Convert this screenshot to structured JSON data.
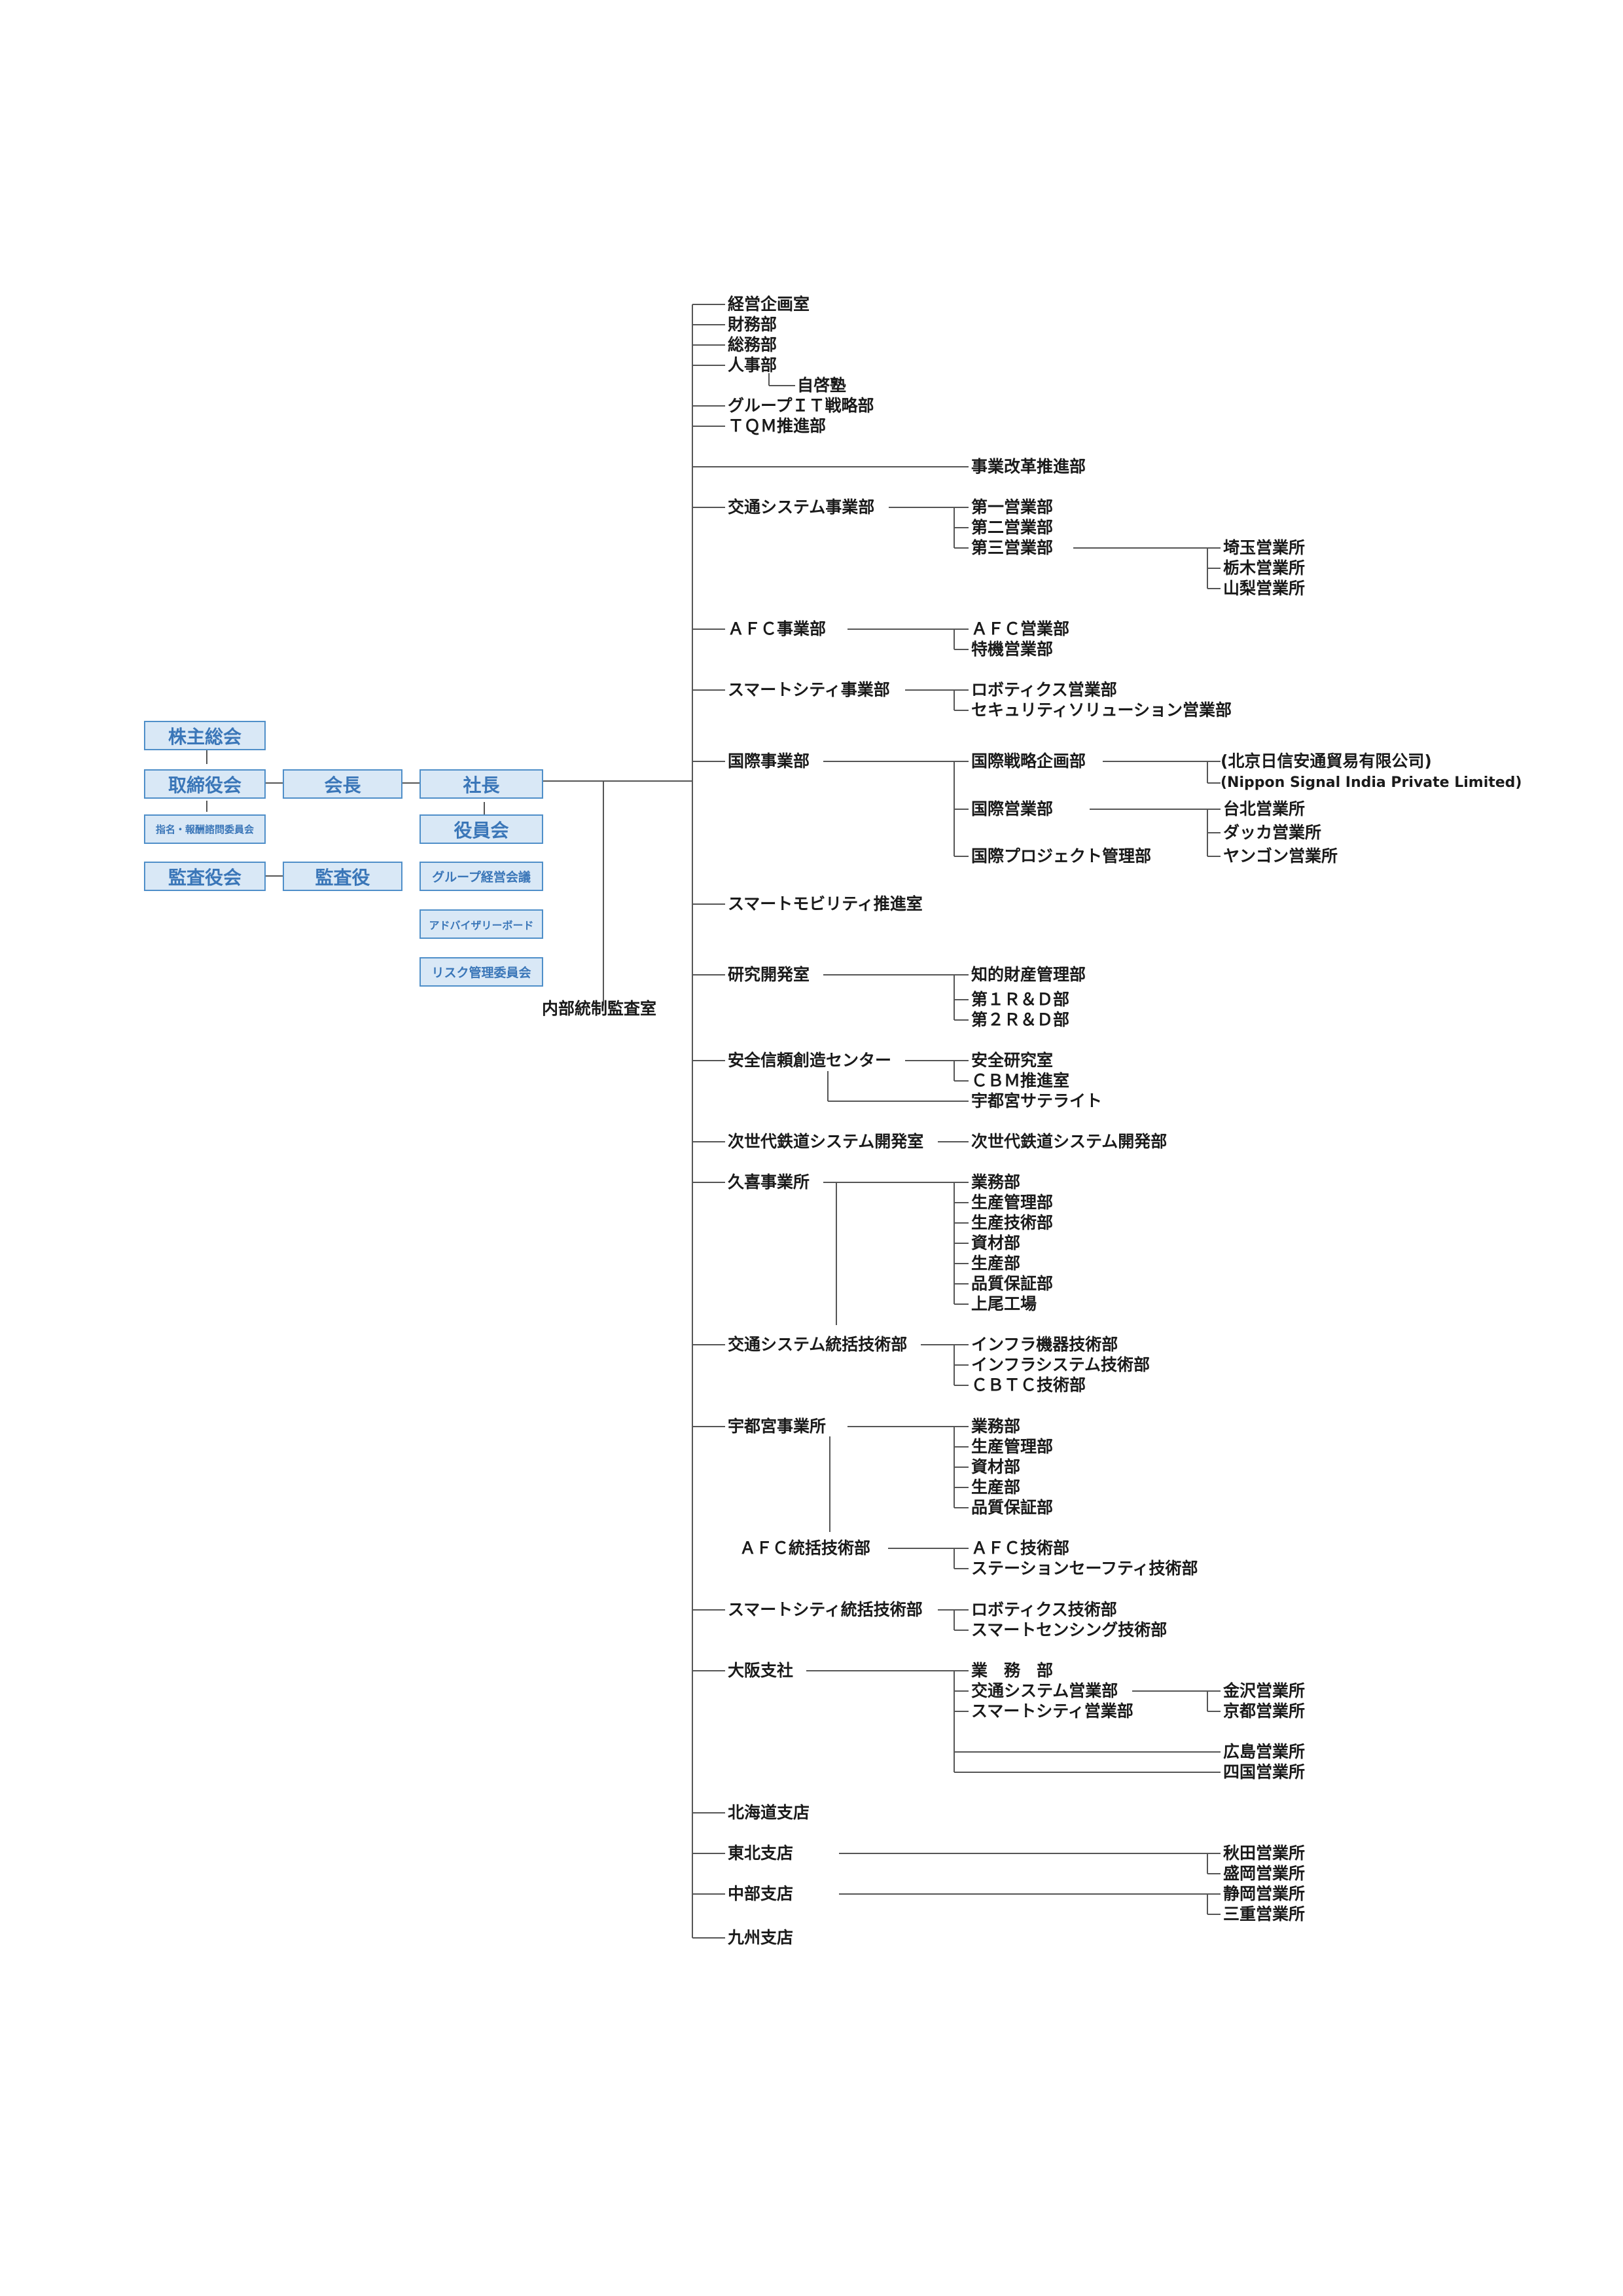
{
  "governance": {
    "shareholders": "株主総会",
    "board": "取締役会",
    "chairman": "会長",
    "president": "社長",
    "nomination_committee": "指名・報酬諮問委員会",
    "officers": "役員会",
    "audit_board": "監査役会",
    "auditor": "監査役",
    "group_meeting": "グループ経営会議",
    "advisory_board": "アドバイザリーボード",
    "risk_committee": "リスク管理委員会",
    "internal_audit": "内部統制監査室"
  },
  "staff": {
    "planning": "経営企画室",
    "finance": "財務部",
    "general_affairs": "総務部",
    "hr": "人事部",
    "jikeijuku": "自啓塾",
    "group_it": "グループＩＴ戦略部",
    "tqm": "ＴＱＭ推進部",
    "reform": "事業改革推進部"
  },
  "transport": {
    "name": "交通システム事業部",
    "sales1": "第一営業部",
    "sales2": "第二営業部",
    "sales3": "第三営業部",
    "saitama": "埼玉営業所",
    "tochigi": "栃木営業所",
    "yamanashi": "山梨営業所"
  },
  "afc": {
    "name": "ＡＦＣ事業部",
    "sales": "ＡＦＣ営業部",
    "special": "特機営業部"
  },
  "smartcity": {
    "name": "スマートシティ事業部",
    "robotics": "ロボティクス営業部",
    "security": "セキュリティソリューション営業部"
  },
  "international": {
    "name": "国際事業部",
    "strategy": "国際戦略企画部",
    "beijing": "(北京日信安通貿易有限公司)",
    "india": "(Nippon Signal India Private Limited)",
    "sales": "国際営業部",
    "taipei": "台北営業所",
    "dhaka": "ダッカ営業所",
    "yangon": "ヤンゴン営業所",
    "project": "国際プロジェクト管理部"
  },
  "smart_mobility": "スマートモビリティ推進室",
  "rnd": {
    "name": "研究開発室",
    "ip": "知的財産管理部",
    "rd1": "第１Ｒ＆Ｄ部",
    "rd2": "第２Ｒ＆Ｄ部"
  },
  "safety": {
    "name": "安全信頼創造センター",
    "lab": "安全研究室",
    "cbm": "ＣＢＭ推進室",
    "utsunomiya_sat": "宇都宮サテライト"
  },
  "next_gen": {
    "name": "次世代鉄道システム開発室",
    "dept": "次世代鉄道システム開発部"
  },
  "kuki": {
    "name": "久喜事業所",
    "depts": [
      "業務部",
      "生産管理部",
      "生産技術部",
      "資材部",
      "生産部",
      "品質保証部",
      "上尾工場"
    ]
  },
  "transport_eng": {
    "name": "交通システム統括技術部",
    "infra_equip": "インフラ機器技術部",
    "infra_sys": "インフラシステム技術部",
    "cbtc": "ＣＢＴＣ技術部"
  },
  "utsunomiya": {
    "name": "宇都宮事業所",
    "depts": [
      "業務部",
      "生産管理部",
      "資材部",
      "生産部",
      "品質保証部"
    ]
  },
  "afc_eng": {
    "name": "ＡＦＣ統括技術部",
    "tech": "ＡＦＣ技術部",
    "station_safety": "ステーションセーフティ技術部"
  },
  "smartcity_eng": {
    "name": "スマートシティ統括技術部",
    "robotics": "ロボティクス技術部",
    "sensing": "スマートセンシング技術部"
  },
  "osaka": {
    "name": "大阪支社",
    "business": "業　務　部",
    "transport_sales": "交通システム営業部",
    "smartcity_sales": "スマートシティ営業部",
    "kanazawa": "金沢営業所",
    "kyoto": "京都営業所",
    "hiroshima": "広島営業所",
    "shikoku": "四国営業所"
  },
  "hokkaido": "北海道支店",
  "tohoku": {
    "name": "東北支店",
    "akita": "秋田営業所",
    "morioka": "盛岡営業所"
  },
  "chubu": {
    "name": "中部支店",
    "shizuoka": "静岡営業所",
    "mie": "三重営業所"
  },
  "kyushu": "九州支店"
}
